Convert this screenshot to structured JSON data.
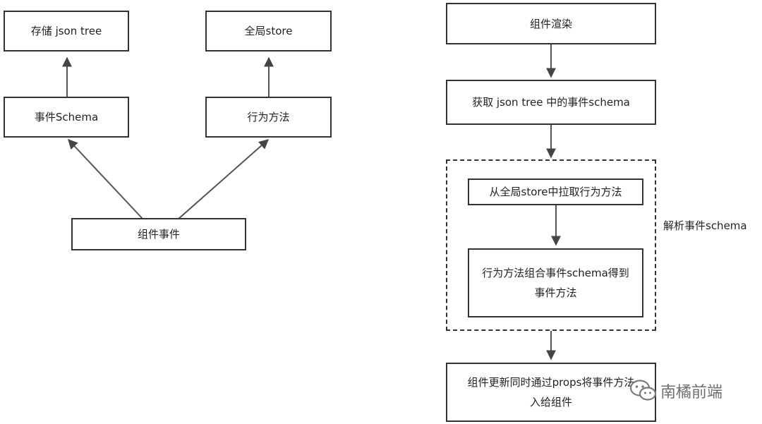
{
  "nodes": {
    "store_json_tree": "存储 json tree",
    "global_store": "全局store",
    "event_schema": "事件Schema",
    "behavior_methods": "行为方法",
    "component_event": "组件事件",
    "component_render": "组件渲染",
    "get_event_schema": "获取 json tree 中的事件schema",
    "pull_behavior": "从全局store中拉取行为方法",
    "combine_line1": "行为方法组合事件schema得到",
    "combine_line2": "事件方法",
    "update_line1": "组件更新同时通过props将事件方法",
    "update_line2": "入给组件"
  },
  "group_label": "解析事件schema",
  "watermark": {
    "text": "南橘前端",
    "icon": "wechat-icon"
  },
  "colors": {
    "line": "#333333",
    "watermark": "#6f6f6f"
  }
}
